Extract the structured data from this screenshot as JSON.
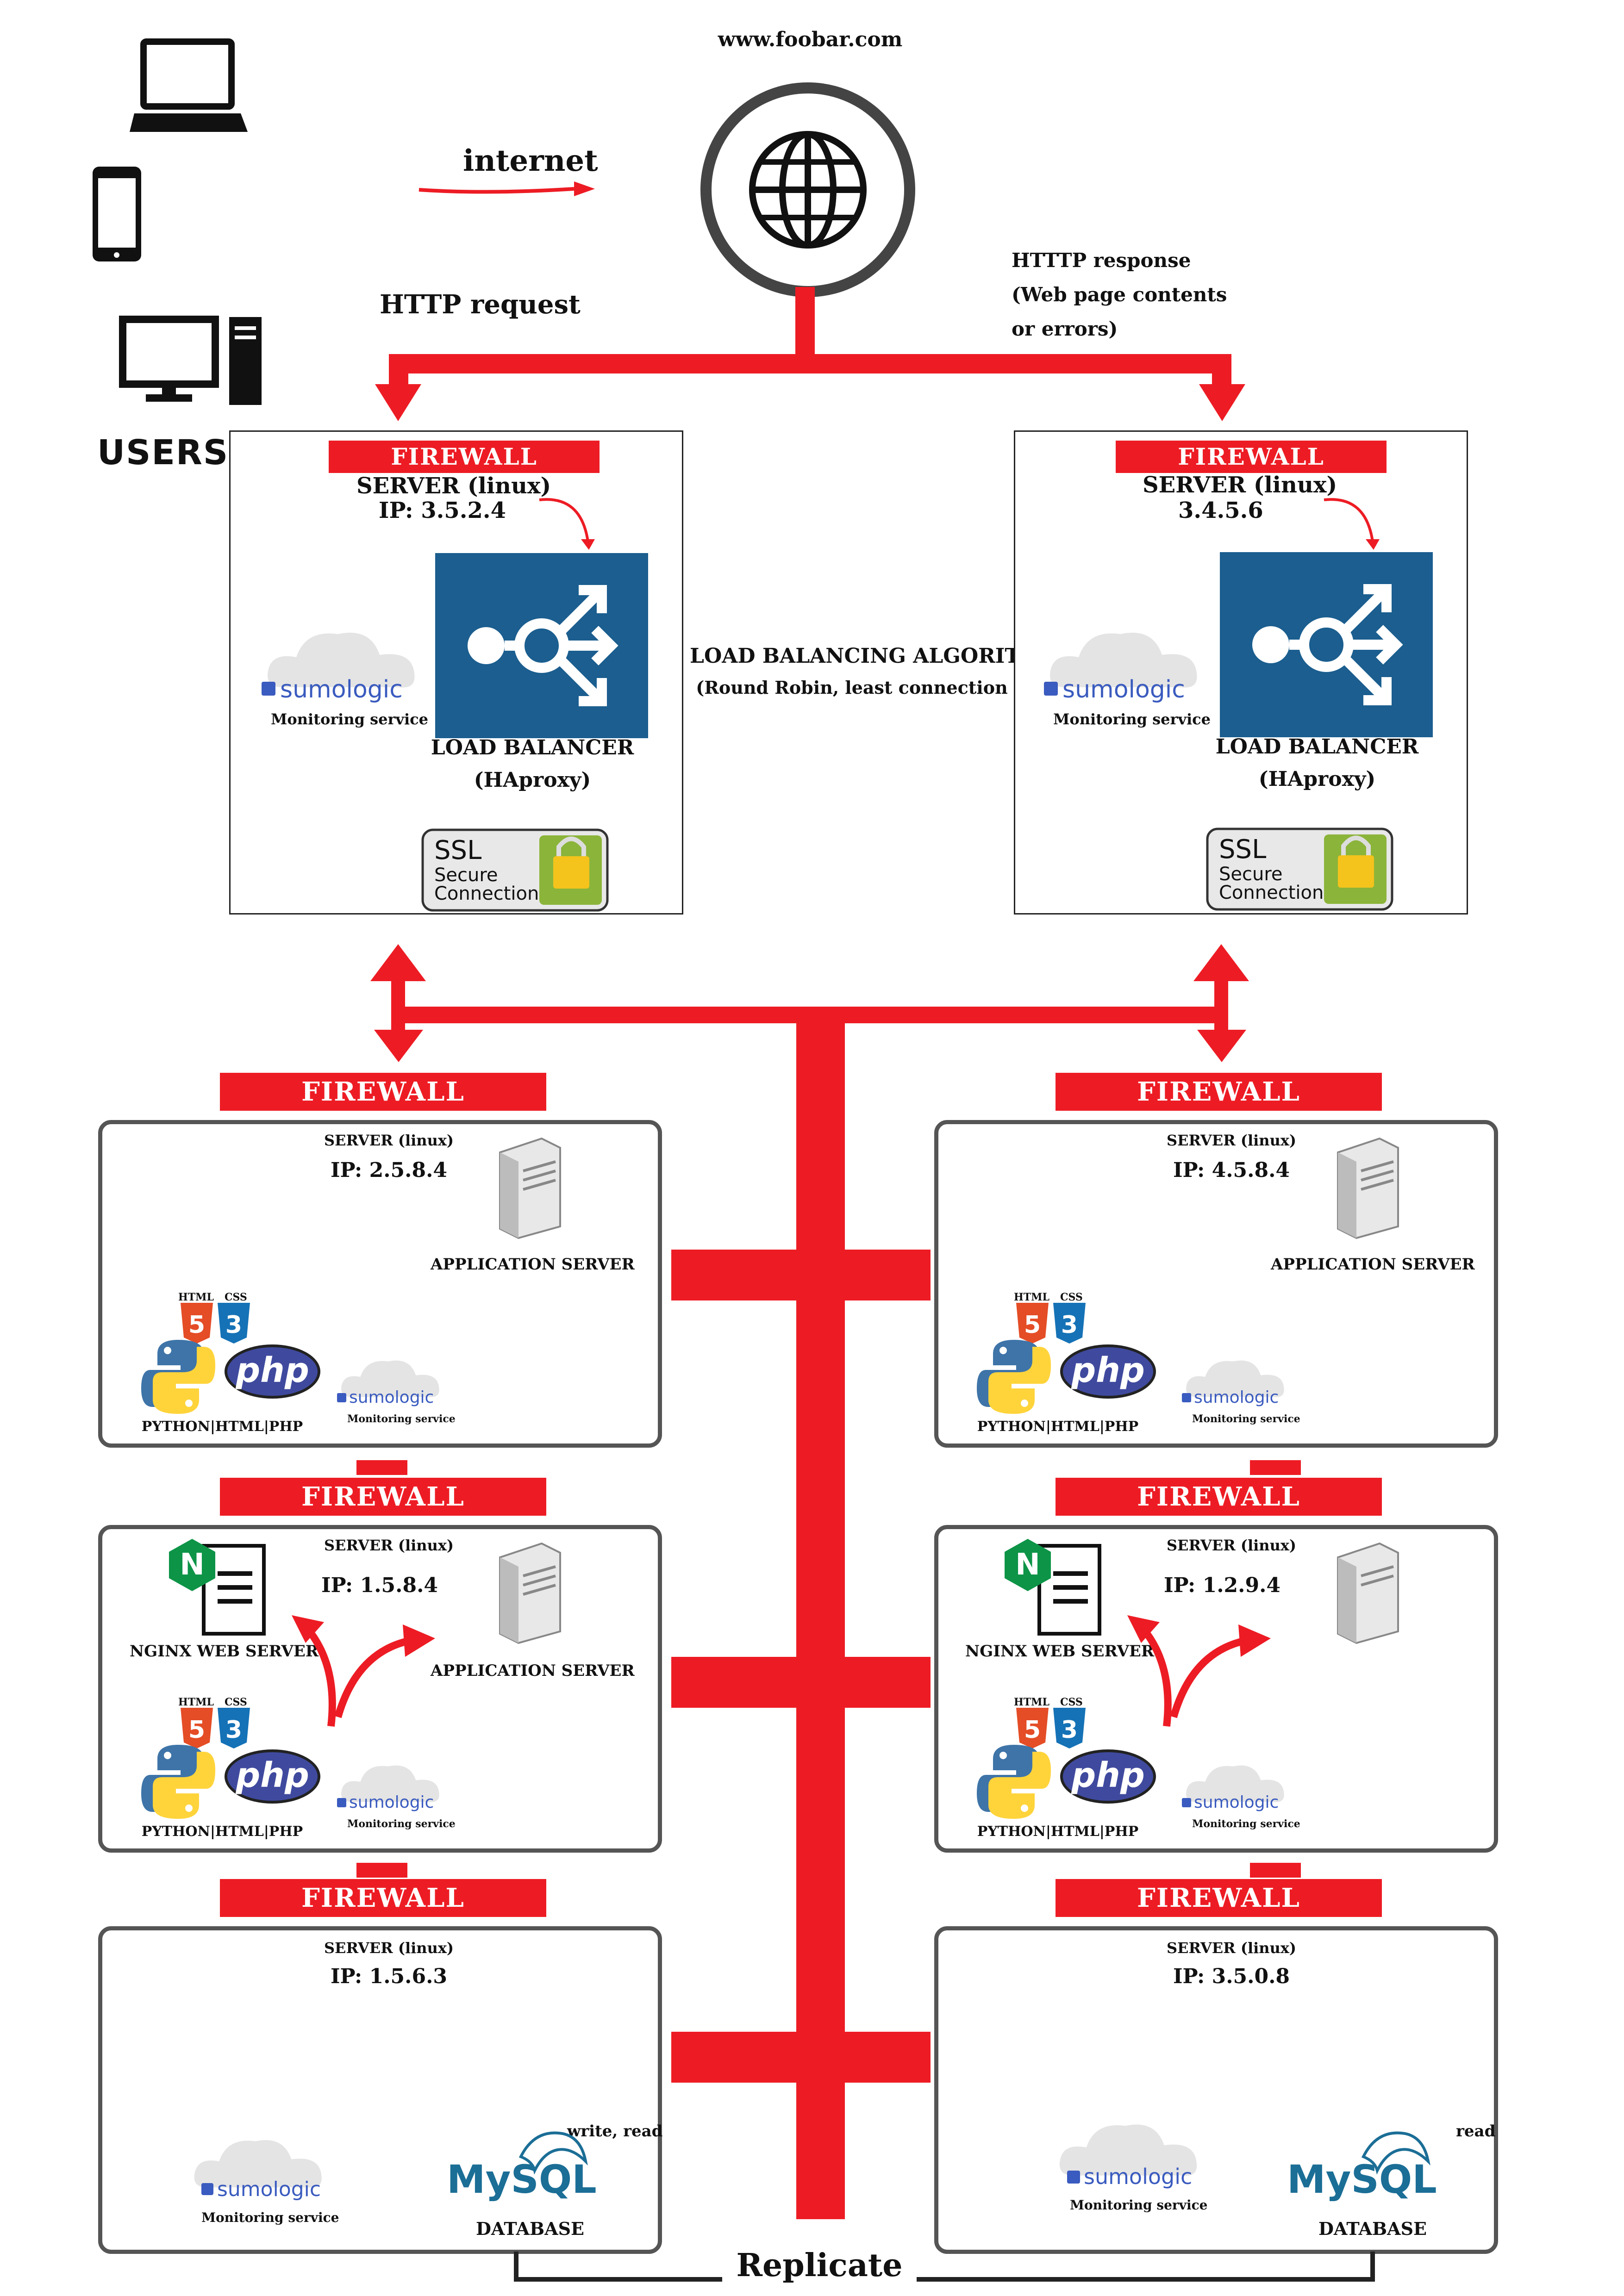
{
  "website": {
    "url": "www.foobar.com"
  },
  "users": {
    "label": "USERS",
    "internet_label": "internet",
    "request_label": "HTTP request"
  },
  "response": {
    "line1": "HTTTP response",
    "line2": "(Web page contents",
    "line3": "or errors)"
  },
  "algorithm": {
    "title": "LOAD BALANCING ALGORITHM",
    "subtitle": "(Round Robin, least connection"
  },
  "firewall_label": "FIREWALL",
  "load_balancers": [
    {
      "server": "SERVER (linux)",
      "ip": "IP: 3.5.2.4",
      "lb_label": "LOAD BALANCER",
      "lb_sub": "(HAproxy)",
      "ssl_title": "SSL",
      "ssl_line1": "Secure",
      "ssl_line2": "Connection",
      "sumo_name": "sumologic",
      "sumo_service": "Monitoring service"
    },
    {
      "server": "SERVER (linux)",
      "ip": "3.4.5.6",
      "lb_label": "LOAD BALANCER",
      "lb_sub": "(HAproxy)",
      "ssl_title": "SSL",
      "ssl_line1": "Secure",
      "ssl_line2": "Connection",
      "sumo_name": "sumologic",
      "sumo_service": "Monitoring service"
    }
  ],
  "app_servers": [
    {
      "server": "SERVER (linux)",
      "ip": "IP: 2.5.8.4",
      "role": "APPLICATION SERVER",
      "stack": "PYTHON|HTML|PHP",
      "sumo_name": "sumologic",
      "sumo_service": "Monitoring service",
      "html_tag": "HTML",
      "css_tag": "CSS",
      "php": "php"
    },
    {
      "server": "SERVER (linux)",
      "ip": "IP: 4.5.8.4",
      "role": "APPLICATION SERVER",
      "stack": "PYTHON|HTML|PHP",
      "sumo_name": "sumologic",
      "sumo_service": "Monitoring service",
      "html_tag": "HTML",
      "css_tag": "CSS",
      "php": "php"
    }
  ],
  "web_servers": [
    {
      "server": "SERVER (linux)",
      "ip": "IP: 1.5.8.4",
      "nginx": "NGINX WEB SERVER",
      "role": "APPLICATION SERVER",
      "stack": "PYTHON|HTML|PHP",
      "sumo_name": "sumologic",
      "sumo_service": "Monitoring service",
      "html_tag": "HTML",
      "css_tag": "CSS",
      "php": "php"
    },
    {
      "server": "SERVER (linux)",
      "ip": "IP: 1.2.9.4",
      "nginx": "NGINX WEB SERVER",
      "role": "",
      "stack": "PYTHON|HTML|PHP",
      "sumo_name": "sumologic",
      "sumo_service": "Monitoring service",
      "html_tag": "HTML",
      "css_tag": "CSS",
      "php": "php"
    }
  ],
  "db_servers": [
    {
      "server": "SERVER (linux)",
      "ip": "IP: 1.5.6.3",
      "access": "write, read",
      "mysql": "MySQL",
      "db_label": "DATABASE",
      "sumo_name": "sumologic",
      "sumo_service": "Monitoring service"
    },
    {
      "server": "SERVER (linux)",
      "ip": "IP: 3.5.0.8",
      "access": "read",
      "mysql": "MySQL",
      "db_label": "DATABASE",
      "sumo_name": "sumologic",
      "sumo_service": "Monitoring service"
    }
  ],
  "replicate_label": "Replicate",
  "colors": {
    "accent": "#ed1c24",
    "lb_blue": "#1b5e8f",
    "box_border": "#555555"
  }
}
